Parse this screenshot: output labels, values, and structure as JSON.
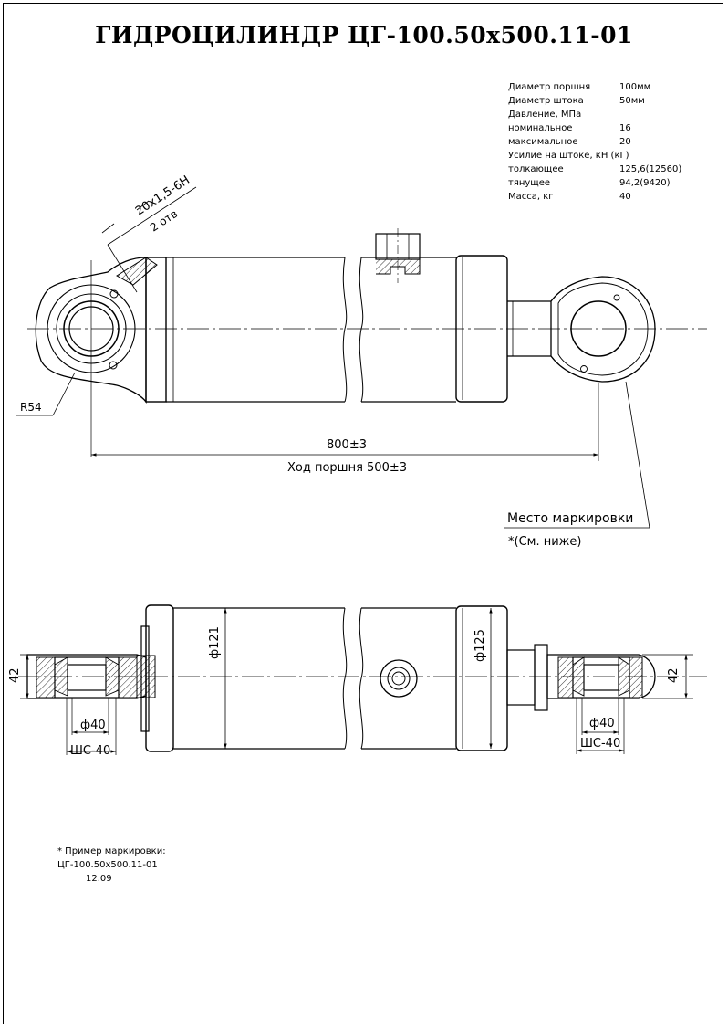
{
  "title": "ГИДРОЦИЛИНДР  ЦГ-100.50х500.11-01",
  "specs": [
    {
      "label": "Диаметр поршня",
      "value": "100мм"
    },
    {
      "label": "Диаметр штока",
      "value": "50мм"
    },
    {
      "label": "Давление, МПа",
      "value": ""
    },
    {
      "label": "номинальное",
      "value": "16"
    },
    {
      "label": "максимальное",
      "value": "20"
    },
    {
      "label": "Усилие на штоке, кН  (кГ)",
      "value": ""
    },
    {
      "label": "толкающее",
      "value": "125,6(12560)"
    },
    {
      "label": "тянущее",
      "value": "94,2(9420)"
    },
    {
      "label": "Масса, кг",
      "value": "40"
    }
  ],
  "dims": {
    "thread": "20х1,5-6Н",
    "holes": "2 отв",
    "radius": "R54",
    "length": "800±3",
    "stroke": "Ход поршня 500±3",
    "diam_body": "ф121",
    "diam_head": "ф125",
    "width_left": "42",
    "width_right": "42",
    "pin_left": "ф40",
    "bearing_left": "ШС-40",
    "pin_right": "ф40",
    "bearing_right": "ШС-40"
  },
  "marking": {
    "label": "Место маркировки",
    "note": "*(См. ниже)"
  },
  "example": {
    "heading": "* Пример маркировки:",
    "code": "ЦГ-100.50х500.11-01",
    "date": "12.09"
  }
}
